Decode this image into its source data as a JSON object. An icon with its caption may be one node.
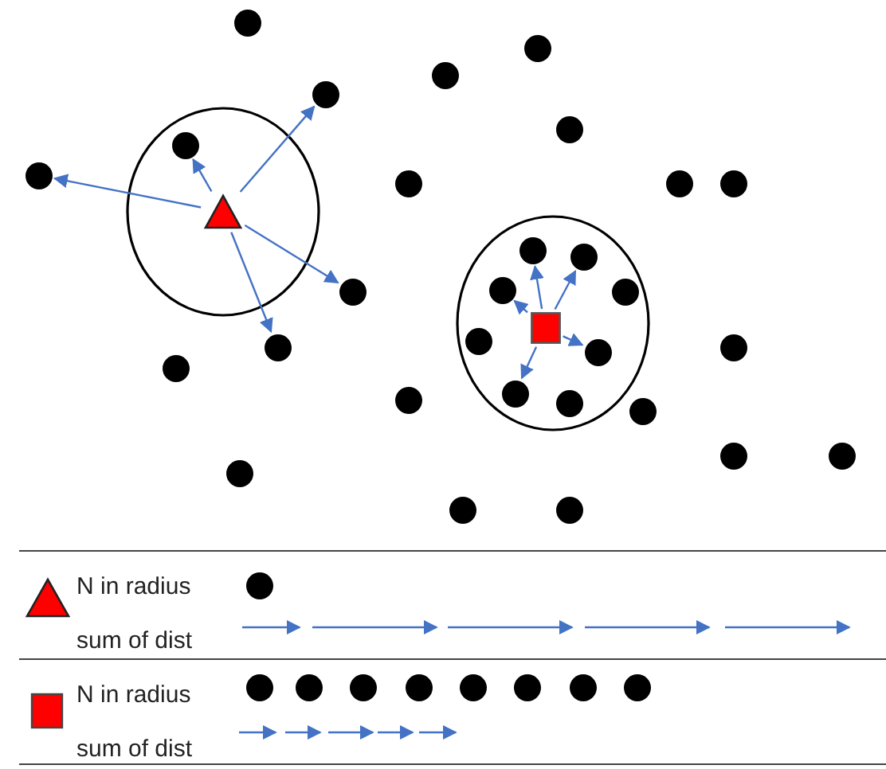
{
  "diagram": {
    "nodes": [
      {
        "text": [],
        "shape": "triangle"
      },
      {
        "text": [],
        "shape": "circle"
      },
      {
        "text": [],
        "shape": "circle"
      },
      {
        "text": [],
        "shape": "circle"
      },
      {
        "text": [],
        "shape": "circle"
      },
      {
        "text": [],
        "shape": "circle"
      },
      {
        "text": [],
        "shape": "box"
      },
      {
        "text": [],
        "shape": "circle"
      },
      {
        "text": [],
        "shape": "circle"
      },
      {
        "text": [],
        "shape": "circle"
      },
      {
        "text": [],
        "shape": "circle"
      },
      {
        "text": [],
        "shape": "circle"
      },
      {
        "text": [],
        "shape": "circle"
      },
      {
        "text": [],
        "shape": "circle"
      },
      {
        "text": [],
        "shape": "circle"
      },
      {
        "text": [],
        "shape": "circle"
      },
      {
        "text": [],
        "shape": "circle"
      },
      {
        "text": [],
        "shape": "circle"
      },
      {
        "text": [],
        "shape": "circle"
      },
      {
        "text": [],
        "shape": "circle"
      },
      {
        "text": [],
        "shape": "circle"
      },
      {
        "text": [],
        "shape": "circle"
      },
      {
        "text": [],
        "shape": "circle"
      },
      {
        "text": [],
        "shape": "circle"
      },
      {
        "text": [],
        "shape": "circle"
      },
      {
        "text": [],
        "shape": "circle"
      },
      {
        "text": [],
        "shape": "circle"
      },
      {
        "text": [],
        "shape": "circle"
      },
      {
        "text": [],
        "shape": "circle"
      },
      {
        "text": [],
        "shape": "circle"
      },
      {
        "text": [],
        "shape": "circle"
      }
    ],
    "edges": [
      {
        "from": 0,
        "to": 1,
        "arrow": "to"
      },
      {
        "from": 0,
        "to": 2,
        "arrow": "to"
      },
      {
        "from": 0,
        "to": 3,
        "arrow": "to"
      },
      {
        "from": 0,
        "to": 4,
        "arrow": "to"
      },
      {
        "from": 0,
        "to": 5,
        "arrow": "to"
      },
      {
        "from": 6,
        "to": 7,
        "arrow": "to"
      },
      {
        "from": 6,
        "to": 8,
        "arrow": "to"
      },
      {
        "from": 6,
        "to": 9,
        "arrow": "to"
      },
      {
        "from": 6,
        "to": 10,
        "arrow": "to"
      },
      {
        "from": 6,
        "to": 11,
        "arrow": "to"
      }
    ],
    "labels": [
      "N in radius",
      "sum of dist",
      "N in radius",
      "sum of dist"
    ]
  }
}
